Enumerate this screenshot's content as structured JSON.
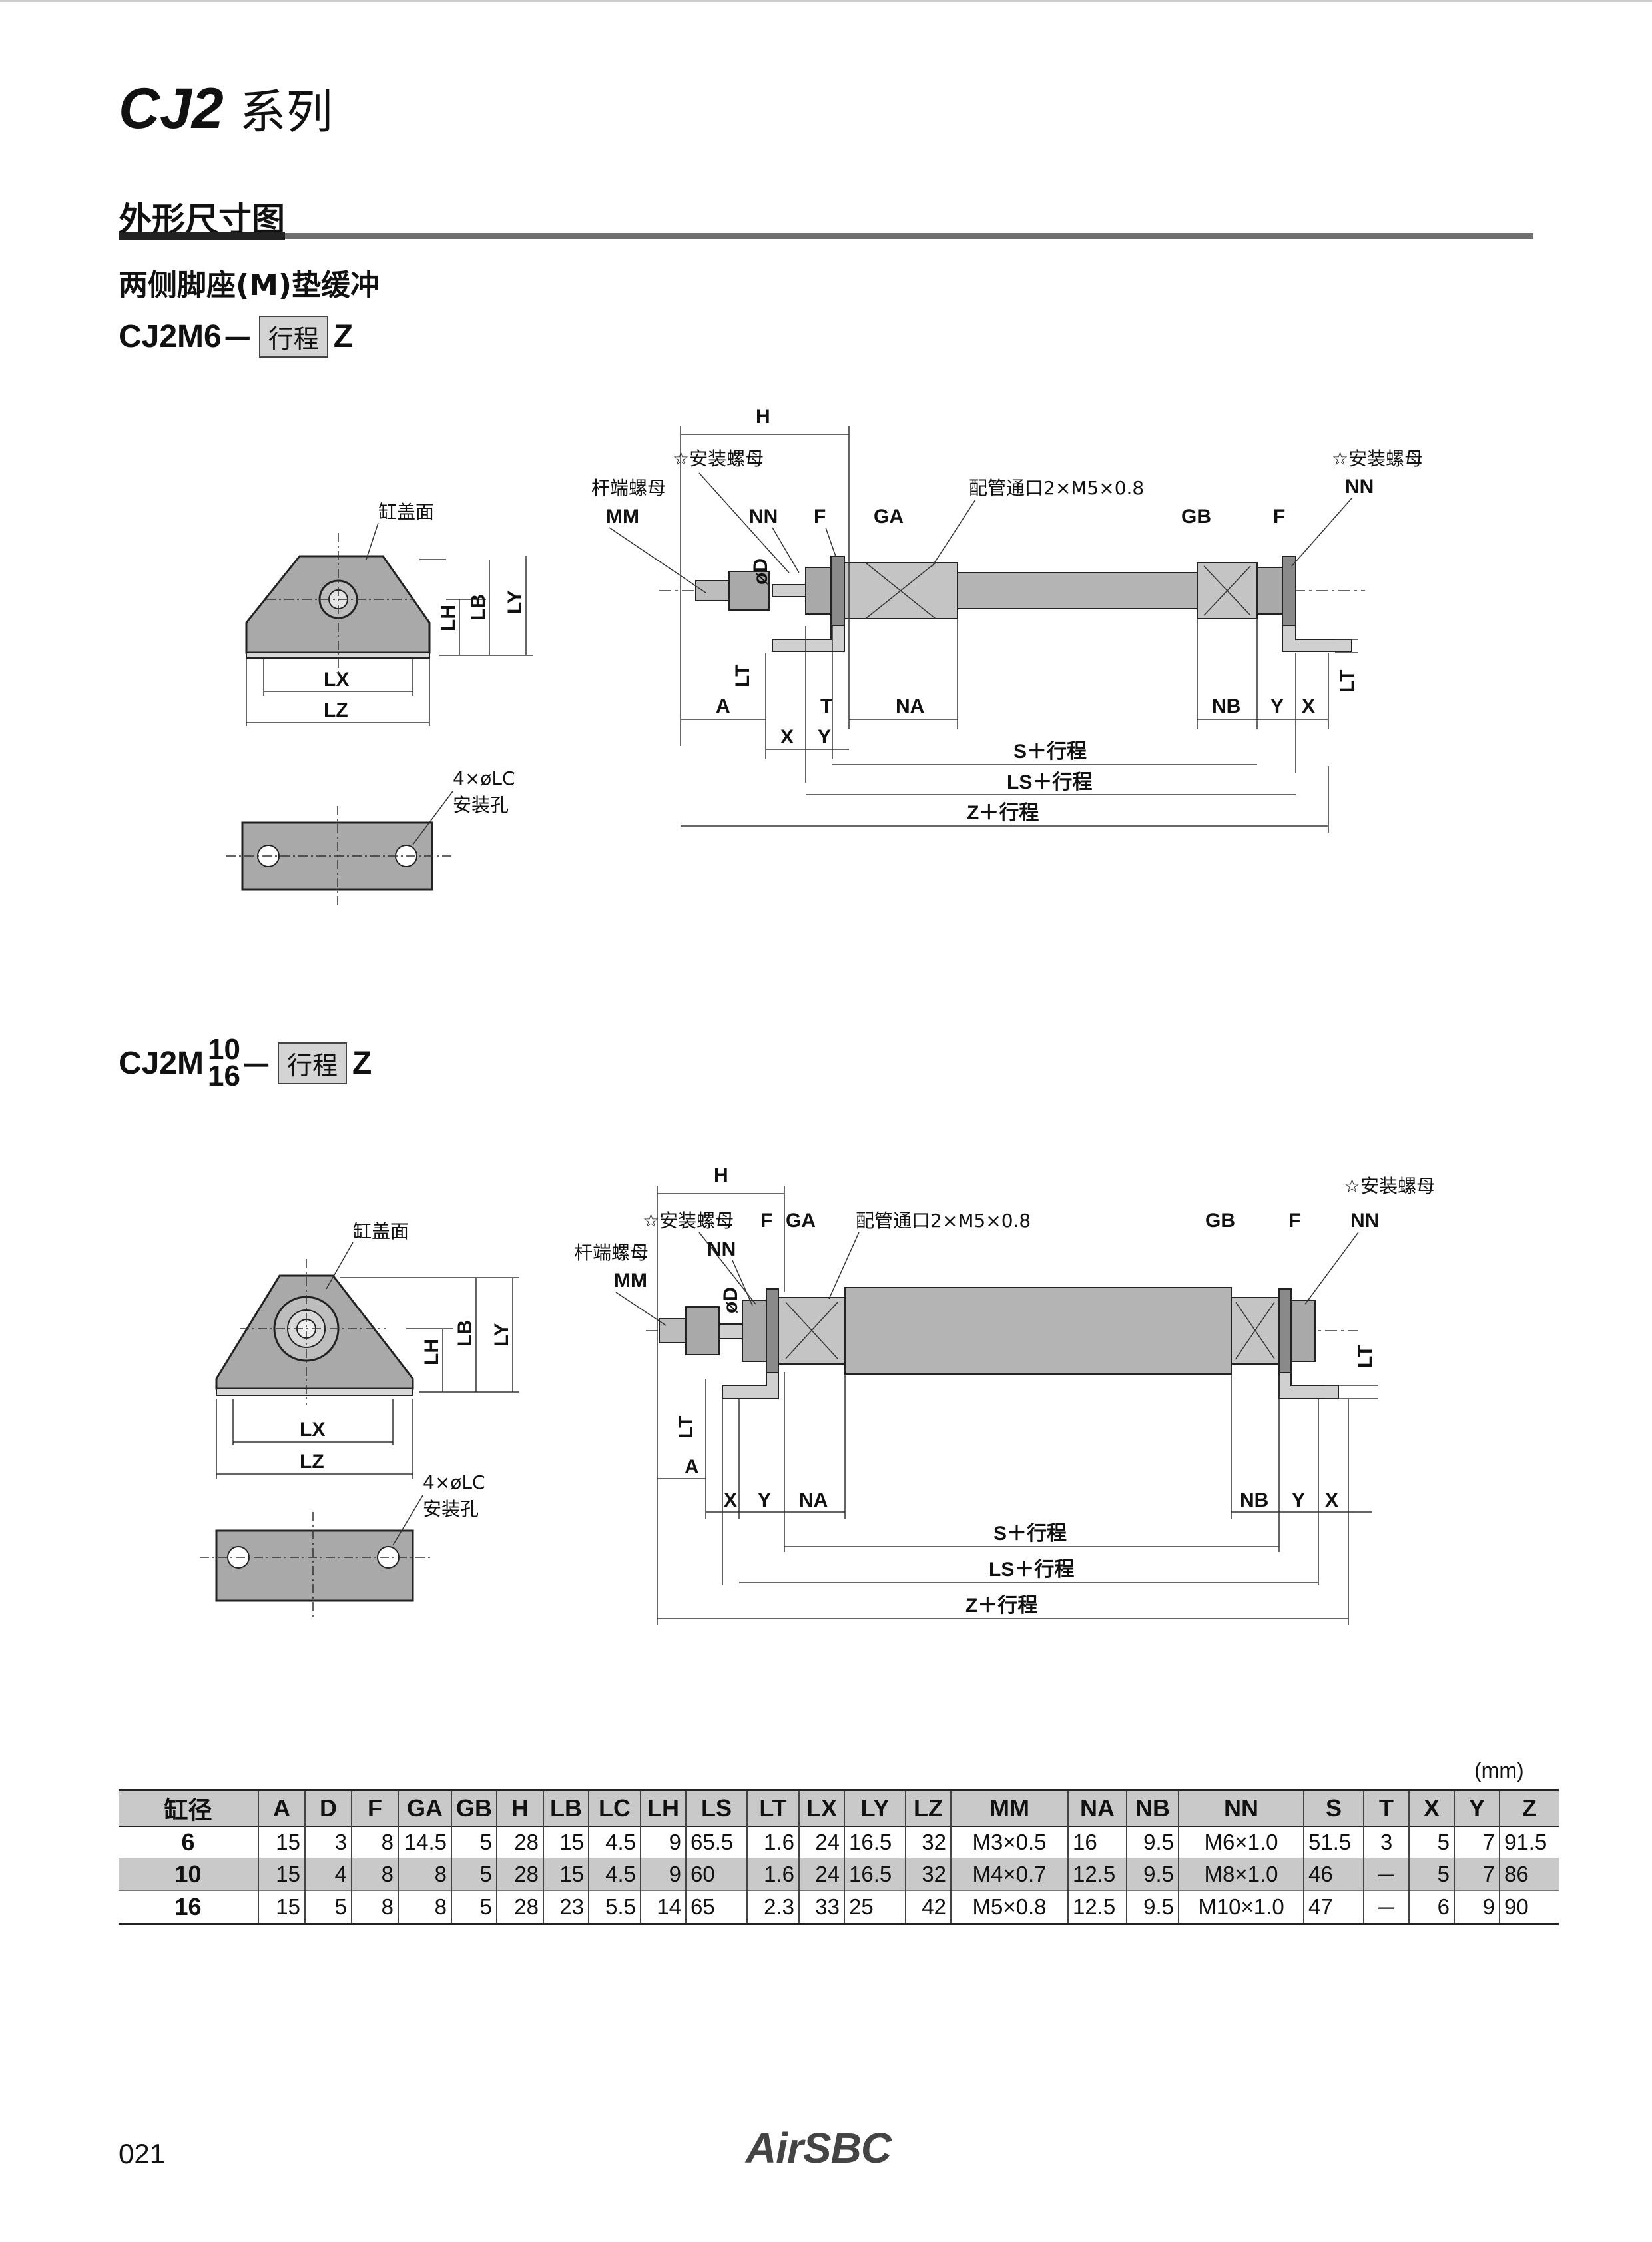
{
  "header": {
    "model": "CJ2",
    "series_suffix": "系列"
  },
  "section": {
    "heading": "外形尺寸图",
    "subheading": "两侧脚座(M)垫缓冲"
  },
  "model_a": {
    "prefix": "CJ2M6",
    "dash": "－",
    "stroke_box": "行程",
    "suffix": "Z"
  },
  "model_b": {
    "prefix": "CJ2M",
    "bore_top": "10",
    "bore_bottom": "16",
    "dash": "－",
    "stroke_box": "行程",
    "suffix": "Z"
  },
  "drawing_labels": {
    "cover_face": "缸盖面",
    "rod_nut": "杆端螺母",
    "mount_nut": "☆安装螺母",
    "port": "配管通口2×M5×0.8",
    "hole_count": "4×øLC",
    "mount_hole": "安装孔",
    "s_stroke": "S＋行程",
    "ls_stroke": "LS＋行程",
    "z_stroke": "Z＋行程",
    "od": "øD"
  },
  "dims": {
    "H": "H",
    "MM": "MM",
    "NN": "NN",
    "F": "F",
    "GA": "GA",
    "GB": "GB",
    "NB": "NB",
    "NA": "NA",
    "A": "A",
    "X": "X",
    "Y": "Y",
    "T": "T",
    "LT": "LT",
    "LH": "LH",
    "LB": "LB",
    "LY": "LY",
    "LX": "LX",
    "LZ": "LZ"
  },
  "table": {
    "unit": "(mm)",
    "headers": [
      "缸径",
      "A",
      "D",
      "F",
      "GA",
      "GB",
      "H",
      "LB",
      "LC",
      "LH",
      "LS",
      "LT",
      "LX",
      "LY",
      "LZ",
      "MM",
      "NA",
      "NB",
      "NN",
      "S",
      "T",
      "X",
      "Y",
      "Z"
    ],
    "rows": [
      [
        "6",
        "15",
        "3",
        "8",
        "14.5",
        "5",
        "28",
        "15",
        "4.5",
        "9",
        "65.5",
        "1.6",
        "24",
        "16.5",
        "32",
        "M3×0.5",
        "16",
        "9.5",
        "M6×1.0",
        "51.5",
        "3",
        "5",
        "7",
        "91.5"
      ],
      [
        "10",
        "15",
        "4",
        "8",
        "8",
        "5",
        "28",
        "15",
        "4.5",
        "9",
        "60",
        "1.6",
        "24",
        "16.5",
        "32",
        "M4×0.7",
        "12.5",
        "9.5",
        "M8×1.0",
        "46",
        "－",
        "5",
        "7",
        "86"
      ],
      [
        "16",
        "15",
        "5",
        "8",
        "8",
        "5",
        "28",
        "23",
        "5.5",
        "14",
        "65",
        "2.3",
        "33",
        "25",
        "42",
        "M5×0.8",
        "12.5",
        "9.5",
        "M10×1.0",
        "47",
        "－",
        "6",
        "9",
        "90"
      ]
    ]
  },
  "footer": {
    "page_number": "021",
    "brand": "AirSBC"
  }
}
